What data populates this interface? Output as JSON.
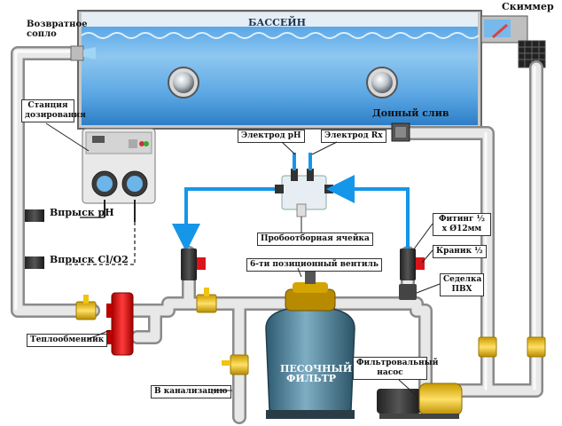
{
  "labels": {
    "pool": "БАССЕЙН",
    "skimmer": "Скиммер",
    "return_nozzle": "Возвратное сопло",
    "dosing_station": "Станция дозирования",
    "bottom_drain": "Донный слив",
    "electrode_ph": "Электрод рН",
    "electrode_rx": "Электрод Rx",
    "sample_cell": "Пробоотборная ячейка",
    "injection_ph": "Впрыск рН",
    "injection_cl": "Впрыск Cl/O2",
    "fitting": "Фитинг ½ х Ø12мм",
    "valve_half": "Краник ½",
    "pvc_saddle": "Седелка ПВХ",
    "six_way_valve": "6-ти позиционный вентиль",
    "heat_exchanger": "Теплообменник",
    "to_sewer": "В канализацию",
    "sand_filter": "ПЕСОЧНЫЙ ФИЛЬТР",
    "filter_pump": "Фильтровальный насос"
  },
  "colors": {
    "water": "#3d8fd6",
    "water_light": "#9fd0f2",
    "pipe": "#d7d7d7",
    "pipe_edge": "#8a8a8a",
    "valve_yellow": "#f1c40f",
    "valve_red": "#d9151b",
    "arrow_blue": "#1596e8",
    "heat_exchanger": "#e02020",
    "filter_tank": "#4f7f96"
  }
}
